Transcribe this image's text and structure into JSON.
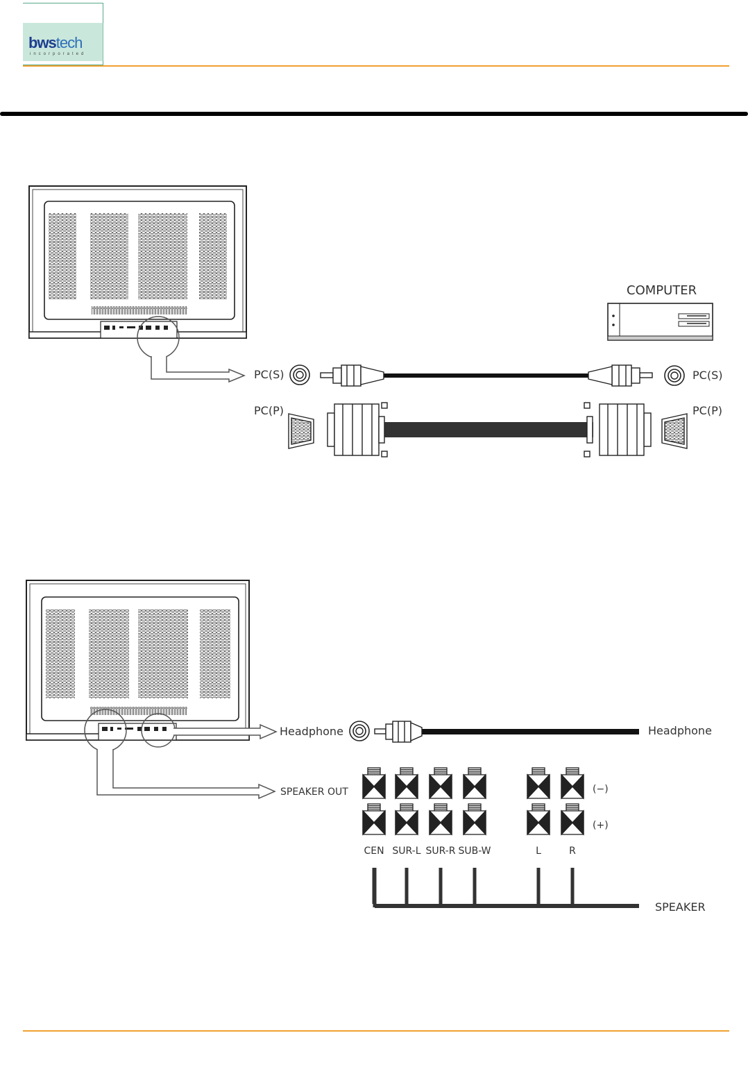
{
  "header": {
    "logo_primary": "bws",
    "logo_secondary": "tech",
    "logo_tagline": "incorporated"
  },
  "colors": {
    "accent_rule": "#f0a030",
    "title_rule": "#000000",
    "logo_bg": "#9fd4be",
    "logo_text": "#1c3e8f"
  },
  "diagram_pc": {
    "computer_label": "COMPUTER",
    "pc_s_left": "PC(S)",
    "pc_s_right": "PC(S)",
    "pc_p_left": "PC(P)",
    "pc_p_right": "PC(P)"
  },
  "diagram_audio": {
    "headphone_left": "Headphone",
    "headphone_right": "Headphone",
    "speaker_out": "SPEAKER OUT",
    "polarity_neg": "(−)",
    "polarity_pos": "(+)",
    "channels": [
      "CEN",
      "SUR-L",
      "SUR-R",
      "SUB-W",
      "L",
      "R"
    ],
    "speaker_label": "SPEAKER"
  }
}
